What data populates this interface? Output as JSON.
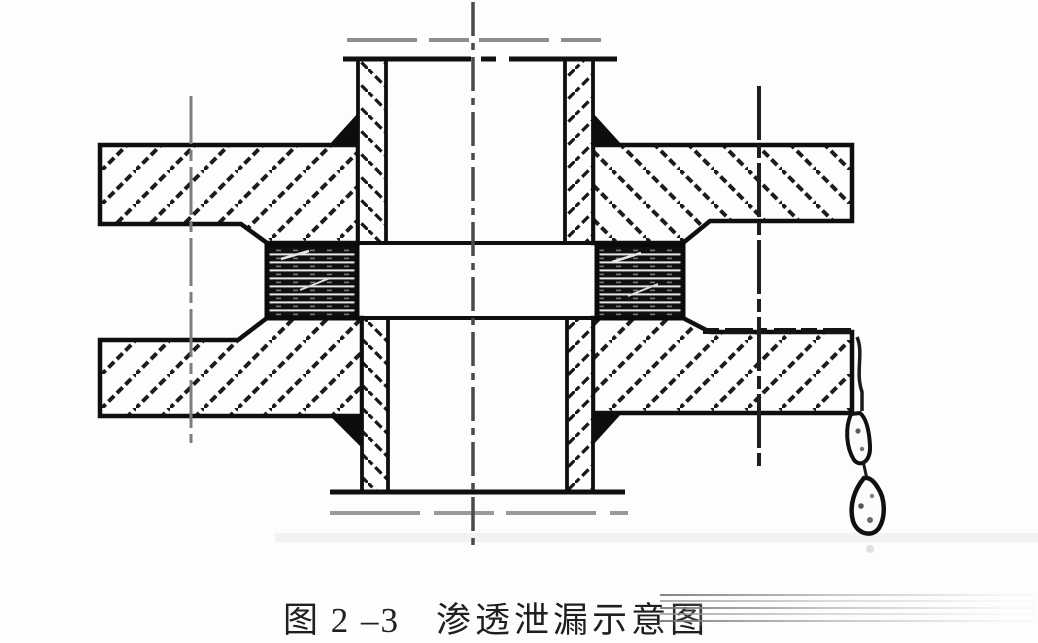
{
  "caption": {
    "number": "图 2 –3",
    "title": "渗透泄漏示意图"
  },
  "colors": {
    "background": "#fdfdfd",
    "ink": "#121212",
    "hatch": "#1c1c1c",
    "centerline_dark": "#2a2a2a",
    "centerline_gray": "#7d7d7d",
    "faint_line_gray": "#979797",
    "caption_text": "#1f1f1f"
  },
  "diagram": {
    "type": "engineering-cross-section",
    "subject": "flanged pipe joint with gasket, permeation leakage dripping at right flange edge",
    "components": [
      "upper-pipe",
      "lower-pipe",
      "upper-flange",
      "lower-flange",
      "gasket-left",
      "gasket-right",
      "weld-fillet",
      "bolt-centerline",
      "pipe-axis-centerline",
      "leak-seep-line",
      "leak-droplet"
    ]
  }
}
